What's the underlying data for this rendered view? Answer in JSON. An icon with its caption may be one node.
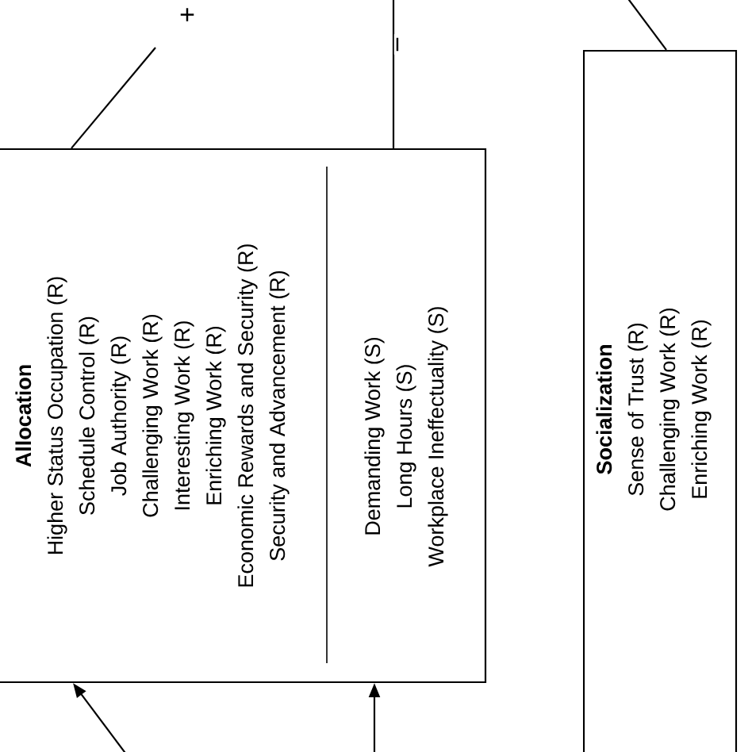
{
  "diagram": {
    "nodes": [
      {
        "text": [
          "Allocation",
          "Higher Status Occupation (R)",
          "Schedule Control (R)",
          "Job Authority (R)",
          "Challenging Work (R)",
          "Interesting Work (R)",
          "Enriching Work (R)",
          "Economic Rewards and Security (R)",
          "Security and Advancement (R)"
        ]
      },
      {
        "text": [
          "Demanding Work (S)",
          "Long Hours (S)",
          "Workplace Ineffectuality (S)"
        ],
        "in": 0
      },
      {
        "text": [
          "Socialization",
          "Sense of Trust (R)",
          "Challenging Work (R)",
          "Enriching Work (R)"
        ]
      }
    ],
    "edges": [
      {
        "from": null,
        "to": 0,
        "arrow": "none",
        "label": "+"
      },
      {
        "from": null,
        "to": 0,
        "arrow": "none",
        "label": "−"
      },
      {
        "from": null,
        "to": 2,
        "arrow": "none"
      },
      {
        "from": null,
        "to": 0,
        "arrow": "to"
      },
      {
        "from": null,
        "to": 0,
        "arrow": "to"
      }
    ]
  }
}
